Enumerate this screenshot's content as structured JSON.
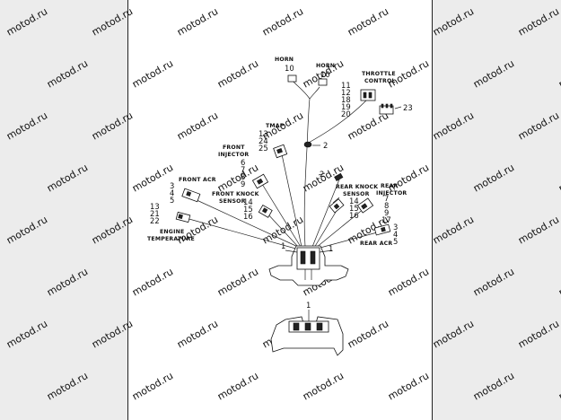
{
  "watermark": "motod.ru",
  "labels": {
    "horn_left": "HORN",
    "horn_right": "HORN",
    "throttle_1": "THROTTLE",
    "throttle_2": "CONTROL",
    "tmap": "TMAP",
    "front_injector_1": "FRONT",
    "front_injector_2": "INJECTOR",
    "front_acr": "FRONT ACR",
    "front_knock_1": "FRONT  KNOCK",
    "front_knock_2": "SENSOR",
    "engine_temp_1": "ENGINE",
    "engine_temp_2": "TEMPERATURE",
    "rear_knock_1": "REAR KNOCK",
    "rear_knock_2": "SENSOR",
    "rear_injector_1": "REAR",
    "rear_injector_2": "INJECTOR",
    "rear_acr": "REAR ACR"
  },
  "callouts": {
    "horn_left": "10",
    "horn_right": "10",
    "throttle": [
      "11",
      "12",
      "18",
      "19",
      "20"
    ],
    "throttle_plug": "23",
    "clip_upper": "2",
    "clip_mid": "2",
    "tmap": [
      "13",
      "24",
      "25"
    ],
    "front_injector": [
      "6",
      "7",
      "8",
      "9"
    ],
    "front_acr": [
      "3",
      "4",
      "5"
    ],
    "front_knock": [
      "14",
      "15",
      "16"
    ],
    "engine_temp": [
      "13",
      "21",
      "22"
    ],
    "rear_knock": [
      "14",
      "15",
      "16"
    ],
    "rear_injector": [
      "7",
      "8",
      "9",
      "17"
    ],
    "rear_acr": [
      "3",
      "4",
      "5"
    ],
    "harness_left": "1",
    "harness_right": "1",
    "bottom_view": "1"
  }
}
